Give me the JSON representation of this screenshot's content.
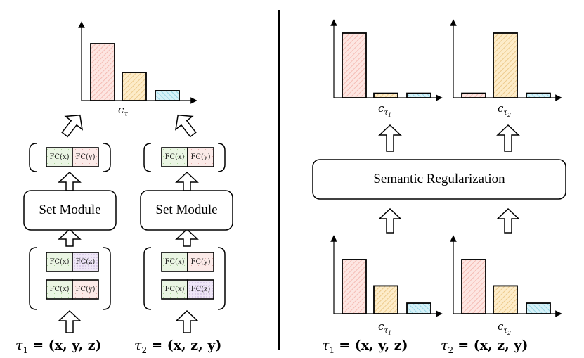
{
  "colors": {
    "pink_fill": "#fde6e2",
    "pink_hatch": "#f2b2aa",
    "yellow_fill": "#fdecc9",
    "yellow_hatch": "#e8c27e",
    "blue_fill": "#d6f1f8",
    "blue_hatch": "#88d0e2",
    "green_fill": "#eaf5e3",
    "lilac_fill": "#eee6f6",
    "rose_fill": "#fbeae8",
    "stroke": "#000000"
  },
  "left": {
    "set_module_label": "Set Module",
    "set_module_label_2": "Set Module",
    "histogram_caption": "c",
    "histogram_caption_sub": "τ",
    "col1": {
      "input_rows": [
        [
          "FC(x)",
          "FC(z)"
        ],
        [
          "FC(x)",
          "FC(y)"
        ]
      ],
      "output_row": [
        "FC(x)",
        "FC(y)"
      ],
      "tau_symbol": "τ",
      "tau_index": "1",
      "equation": "=   (x, y, z)"
    },
    "col2": {
      "input_rows": [
        [
          "FC(x)",
          "FC(y)"
        ],
        [
          "FC(x)",
          "FC(z)"
        ]
      ],
      "output_row": [
        "FC(x)",
        "FC(y)"
      ],
      "tau_symbol": "τ",
      "tau_index": "2",
      "equation": "=   (x, z, y)"
    },
    "histogram_values": [
      0.75,
      0.37,
      0.13
    ]
  },
  "right": {
    "regularization_label": "Semantic Regularization",
    "top_hist_1": {
      "values": [
        0.86,
        0.06,
        0.06
      ],
      "caption": "c",
      "sub": "τ",
      "subsub": "1"
    },
    "top_hist_2": {
      "values": [
        0.06,
        0.86,
        0.06
      ],
      "caption": "c",
      "sub": "τ",
      "subsub": "2"
    },
    "bottom_hist_1": {
      "values": [
        0.72,
        0.37,
        0.14
      ],
      "caption": "c",
      "sub": "τ",
      "subsub": "1"
    },
    "bottom_hist_2": {
      "values": [
        0.72,
        0.37,
        0.14
      ],
      "caption": "c",
      "sub": "τ",
      "subsub": "2"
    },
    "tau1_symbol": "τ",
    "tau1_index": "1",
    "tau1_equation": "=   (x, y, z)",
    "tau2_symbol": "τ",
    "tau2_index": "2",
    "tau2_equation": "=   (x, z, y)"
  }
}
